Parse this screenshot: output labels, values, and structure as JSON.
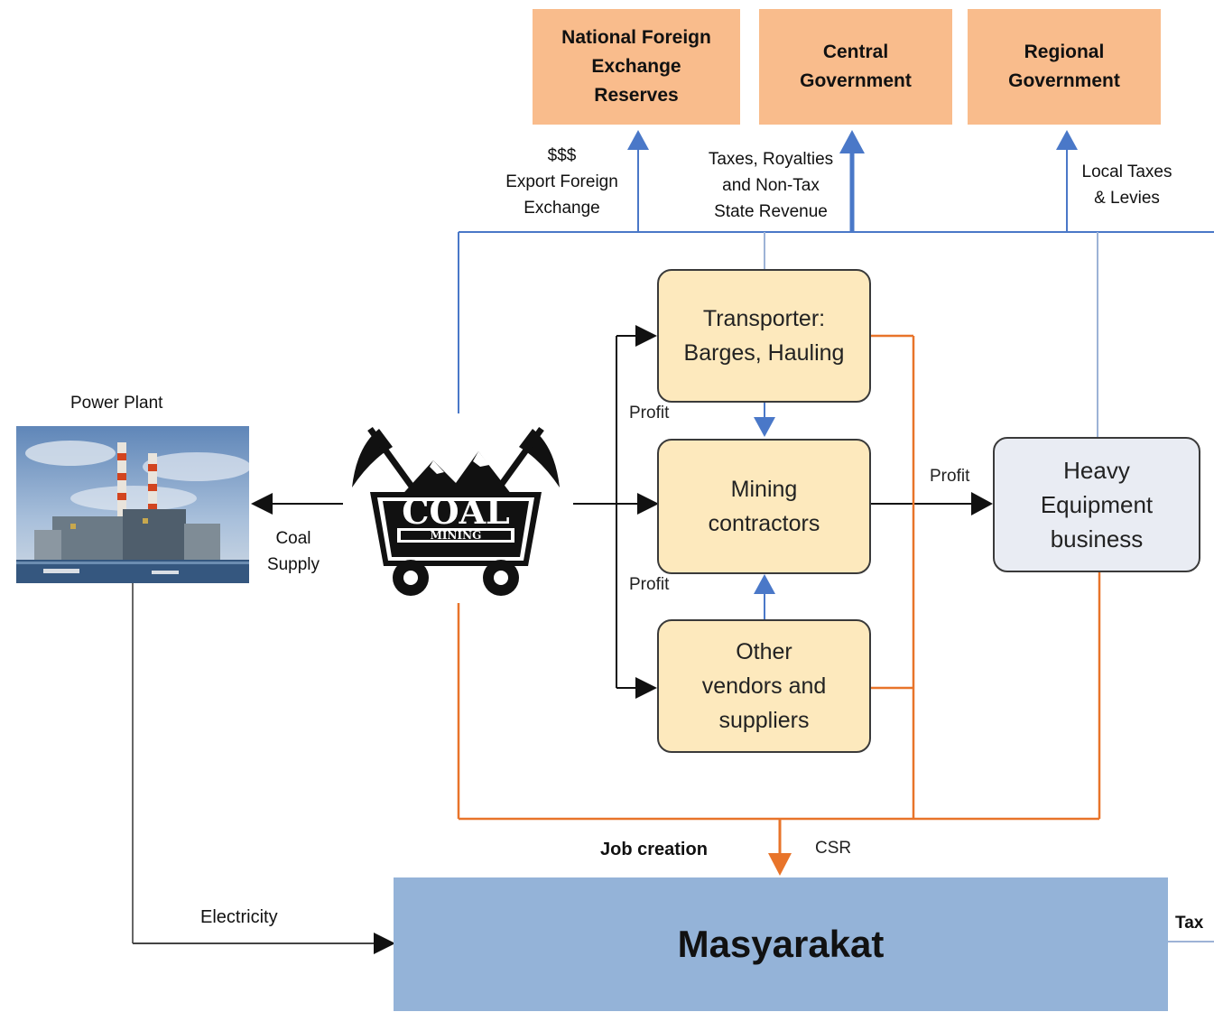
{
  "governments": {
    "national_reserves": "National Foreign\nExchange\nReserves",
    "central": "Central\nGovernment",
    "regional": "Regional\nGovernment"
  },
  "flows": {
    "export": "$$$\nExport Foreign\nExchange",
    "taxes": "Taxes, Royalties\nand Non-Tax\nState Revenue",
    "local_taxes": "Local Taxes\n& Levies",
    "profit_top": "Profit",
    "profit_bottom": "Profit",
    "profit_right": "Profit",
    "coal_supply": "Coal\nSupply",
    "electricity": "Electricity",
    "job_creation": "Job creation",
    "csr": "CSR",
    "tax": "Tax"
  },
  "nodes": {
    "transporter": "Transporter:\nBarges, Hauling",
    "mining_contractors": "Mining\ncontractors",
    "other_vendors": "Other\nvendors and\nsuppliers",
    "heavy_equipment": "Heavy\nEquipment\nbusiness",
    "power_plant_title": "Power Plant",
    "masyarakat": "Masyarakat"
  },
  "logo": {
    "coal_text": "COAL",
    "mining_text": "MINING"
  },
  "colors": {
    "government": "#f9bc8c",
    "node_yellow": "#fde9bd",
    "node_grey": "#e9ecf3",
    "masyarakat": "#94b3d8",
    "blue_line": "#4a78c8",
    "orange_line": "#e8742a"
  }
}
